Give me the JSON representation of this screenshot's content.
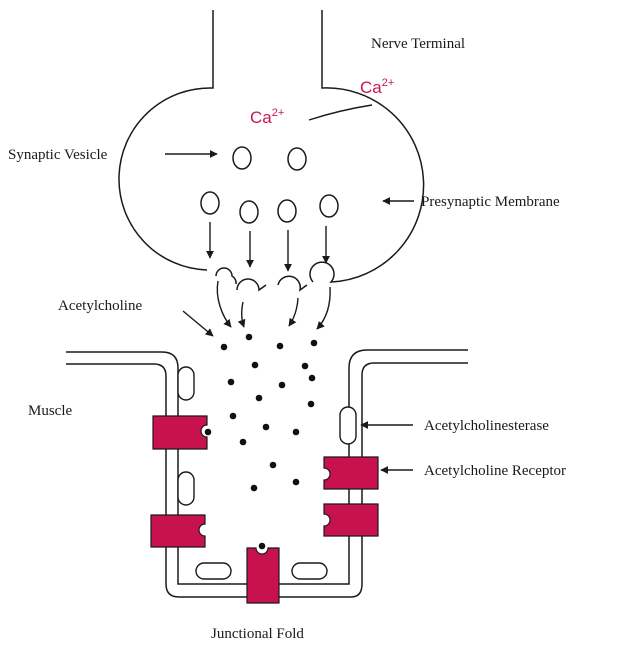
{
  "labels": {
    "nerve_terminal": "Nerve Terminal",
    "synaptic_vesicle": "Synaptic Vesicle",
    "presynaptic_membrane": "Presynaptic Membrane",
    "acetylcholine": "Acetylcholine",
    "muscle": "Muscle",
    "acetylcholinesterase": "Acetylcholinesterase",
    "acetylcholine_receptor": "Acetylcholine Receptor",
    "junctional_fold": "Junctional Fold"
  },
  "ions": [
    {
      "base": "Ca",
      "charge": "2+"
    },
    {
      "base": "Ca",
      "charge": "2+"
    }
  ],
  "colors": {
    "receptor": "#c8124e",
    "ion_text": "#cc1456",
    "line": "#1a1a1a"
  }
}
